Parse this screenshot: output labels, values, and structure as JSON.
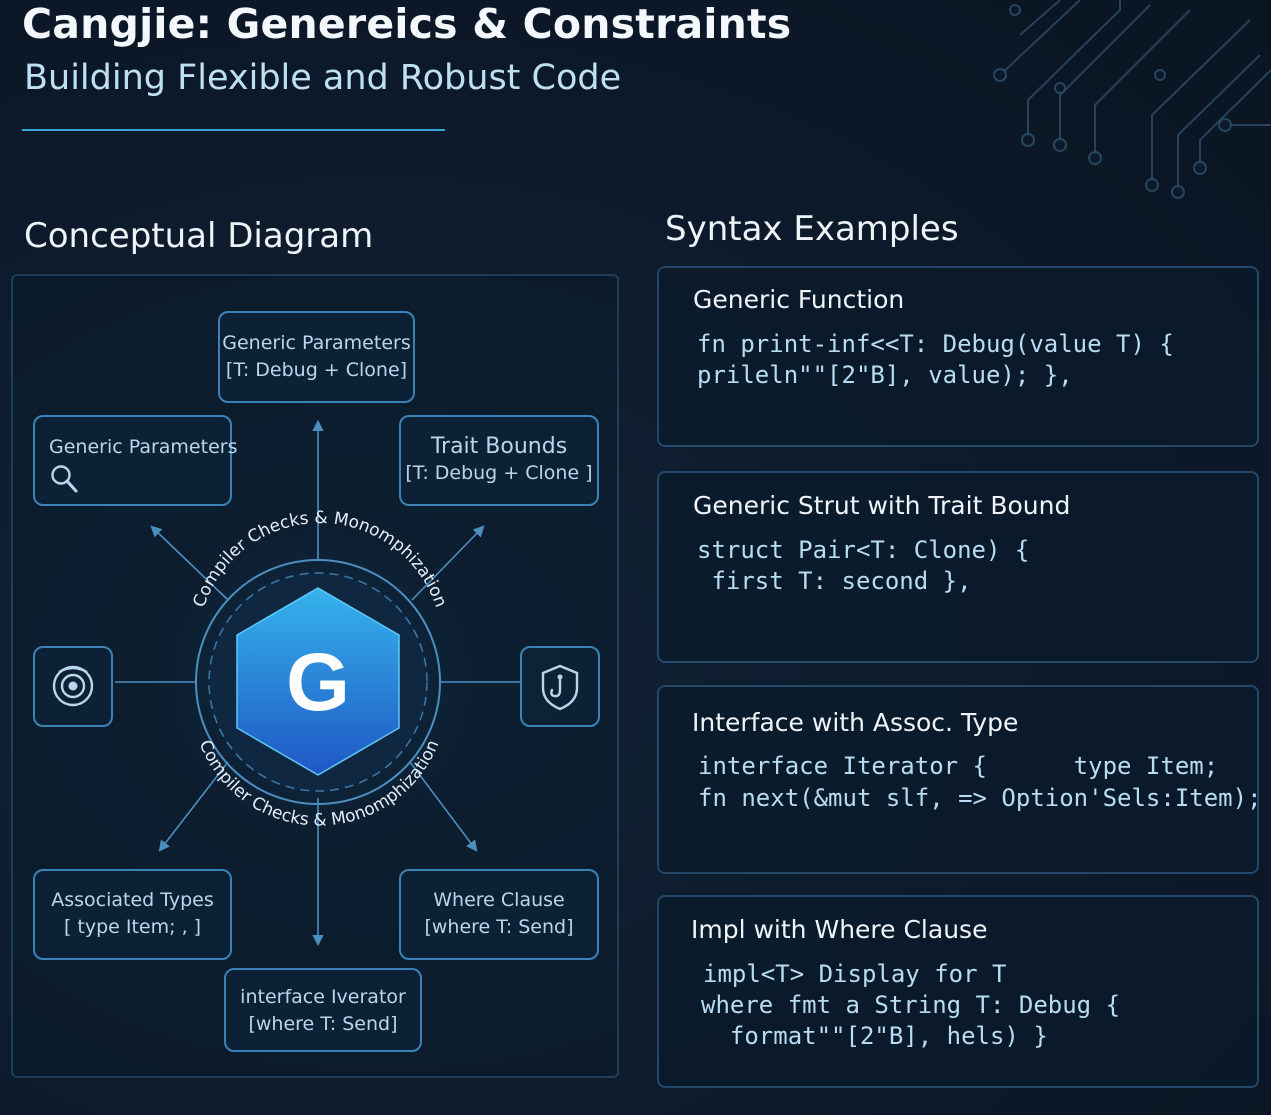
{
  "header": {
    "title": "Cangjie: Genereics & Constraints",
    "subtitle": "Building Flexible and Robust Code"
  },
  "diagram": {
    "heading": "Conceptual Diagram",
    "center_letter": "G",
    "ring_text_top": "Compiler Checks & Monomphization",
    "ring_text_bottom": "Compiler Checks & Monomphization",
    "nodes": {
      "top": {
        "line1": "Generic Parameters",
        "line2": "[T: Debug + Clone]"
      },
      "left": {
        "line1": "Generic Parameters"
      },
      "trait": {
        "line1": "Trait Bounds",
        "line2": "[T: Debug + Clone ]"
      },
      "assoc": {
        "line1": "Associated Types",
        "line2": "[ type Item; , ]"
      },
      "where": {
        "line1": "Where Clause",
        "line2": "[where T: Send]"
      },
      "iface": {
        "line1": "interface Iverator",
        "line2": "[where T: Send]"
      }
    },
    "icons": [
      "search-icon",
      "target-icon",
      "shield-icon",
      "hexagon-g-icon"
    ],
    "colors": {
      "accent": "#3aa6d8",
      "hex_top": "#35b3ec",
      "hex_bottom": "#1f57c4",
      "border": "#3c82b6"
    }
  },
  "syntax": {
    "heading": "Syntax Examples",
    "cards": [
      {
        "title": "Generic Function",
        "lines": [
          "fn print-inf<<T: Debug(value T) {",
          "prileln\"\"[2\"B], value); },"
        ]
      },
      {
        "title": "Generic Strut with Trait Bound",
        "lines": [
          "struct Pair<T: Clone) {",
          " first T: second },"
        ]
      },
      {
        "title": "Interface with Assoc. Type",
        "lines": [
          "interface Iterator {      type Item;",
          "fn next(&mut slf, => Option'Sels:Item);"
        ]
      },
      {
        "title": "Impl with Where Clause",
        "lines": [
          "impl<T> Display for T",
          "where fmt a String T: Debug {",
          "  format\"\"[2\"B], hels) }"
        ]
      }
    ]
  }
}
